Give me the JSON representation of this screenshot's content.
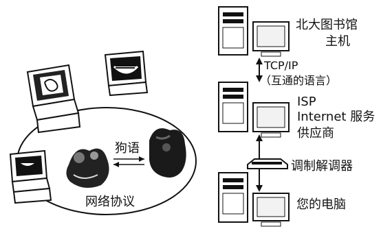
{
  "left_panel": {
    "ellipse_label": "网络协议",
    "arrow_label": "狗语"
  },
  "right_panel": {
    "host_label_line1": "北大图书馆",
    "host_label_line2": "主机",
    "protocol_label_line1": "TCP/IP",
    "protocol_label_line2": "（互通的语言）",
    "isp_label_line1": "ISP",
    "isp_label_line2": "Internet 服务",
    "isp_label_line3": "供应商",
    "modem_label": "调制解调器",
    "pc_label": "您的电脑"
  },
  "icons": [
    "computer-cartoon-icon",
    "server-tower-icon",
    "crt-monitor-icon",
    "modem-icon",
    "dog-photo-icon"
  ]
}
